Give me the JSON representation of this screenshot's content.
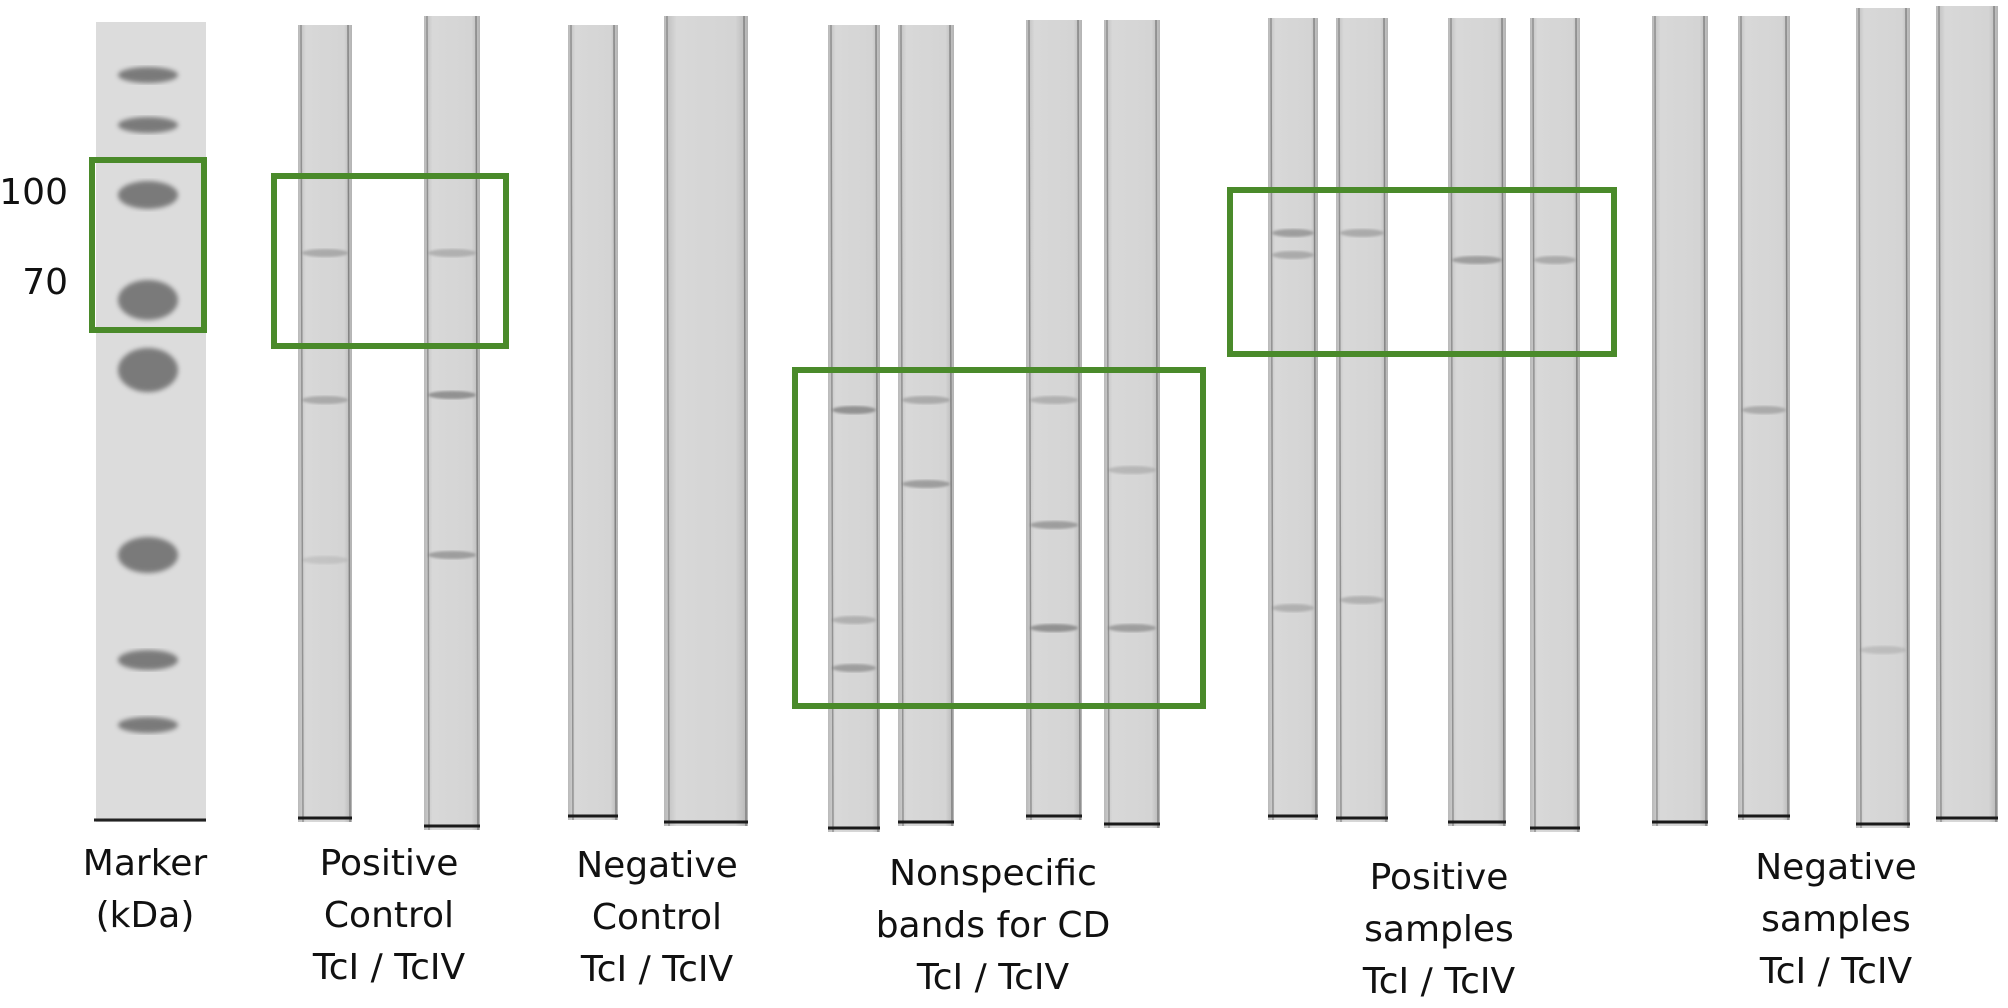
{
  "markers": [
    "100",
    "70"
  ],
  "groups": [
    {
      "id": "marker",
      "lines": [
        "Marker",
        "(kDa)"
      ]
    },
    {
      "id": "positive-control",
      "lines": [
        "Positive",
        "Control",
        "TcI / TcIV"
      ]
    },
    {
      "id": "negative-control",
      "lines": [
        "Negative",
        "Control",
        "TcI / TcIV"
      ]
    },
    {
      "id": "nonspecific",
      "lines": [
        "Nonspecific",
        "bands for CD",
        "TcI  /  TcIV"
      ]
    },
    {
      "id": "positive-samples",
      "lines": [
        "Positive",
        "samples",
        "TcI  /  TcIV"
      ]
    },
    {
      "id": "negative-samples",
      "lines": [
        "Negative",
        "samples",
        "TcI  /  TcIV"
      ]
    }
  ],
  "colors": {
    "highlight": "#4a8a2a",
    "strip": "#cfcfcf",
    "band": "#5a5a5a"
  }
}
